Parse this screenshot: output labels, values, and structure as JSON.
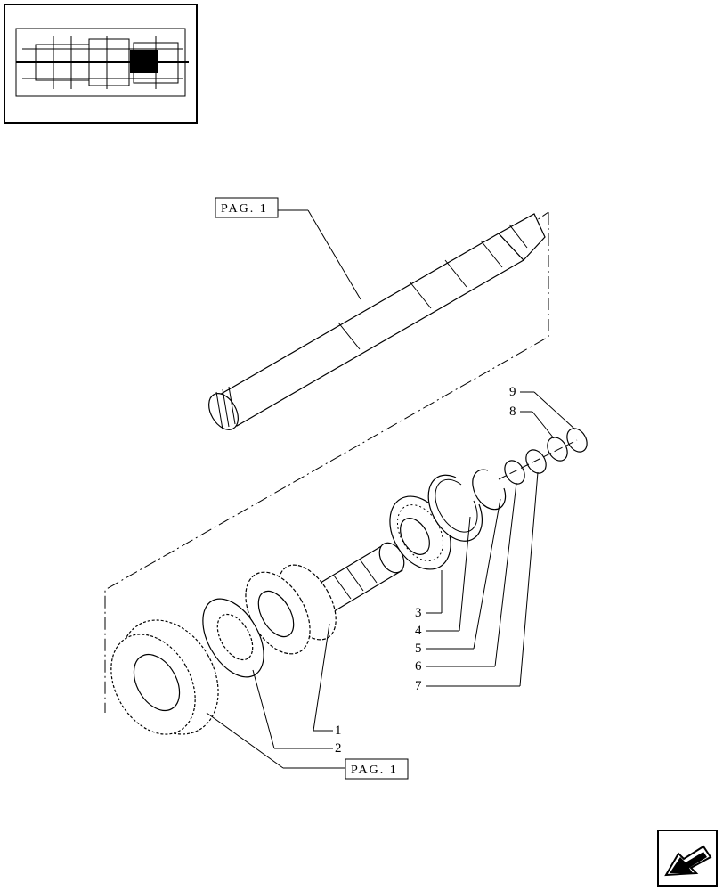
{
  "diagram": {
    "page_refs": [
      "PAG. 1",
      "PAG. 1"
    ],
    "callouts": [
      {
        "num": "1"
      },
      {
        "num": "2"
      },
      {
        "num": "3"
      },
      {
        "num": "4"
      },
      {
        "num": "5"
      },
      {
        "num": "6"
      },
      {
        "num": "7"
      },
      {
        "num": "8"
      },
      {
        "num": "9"
      }
    ]
  },
  "icons": {
    "thumbnail": "transmission-overview-thumbnail",
    "nav": "next-page-arrow-icon"
  }
}
